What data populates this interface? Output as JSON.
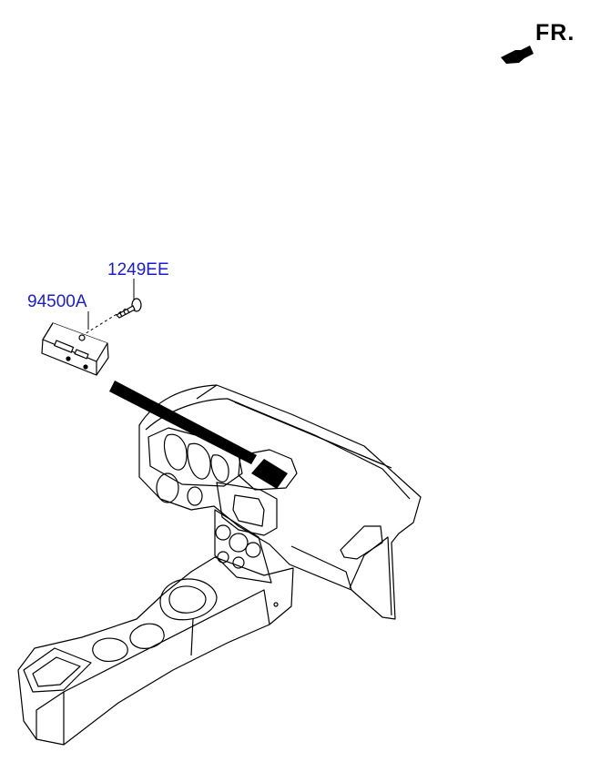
{
  "direction": {
    "label": "FR."
  },
  "parts": [
    {
      "number": "1249EE"
    },
    {
      "number": "94500A"
    }
  ],
  "colors": {
    "callout_text": "#1a1adb",
    "line_art": "#000000"
  }
}
